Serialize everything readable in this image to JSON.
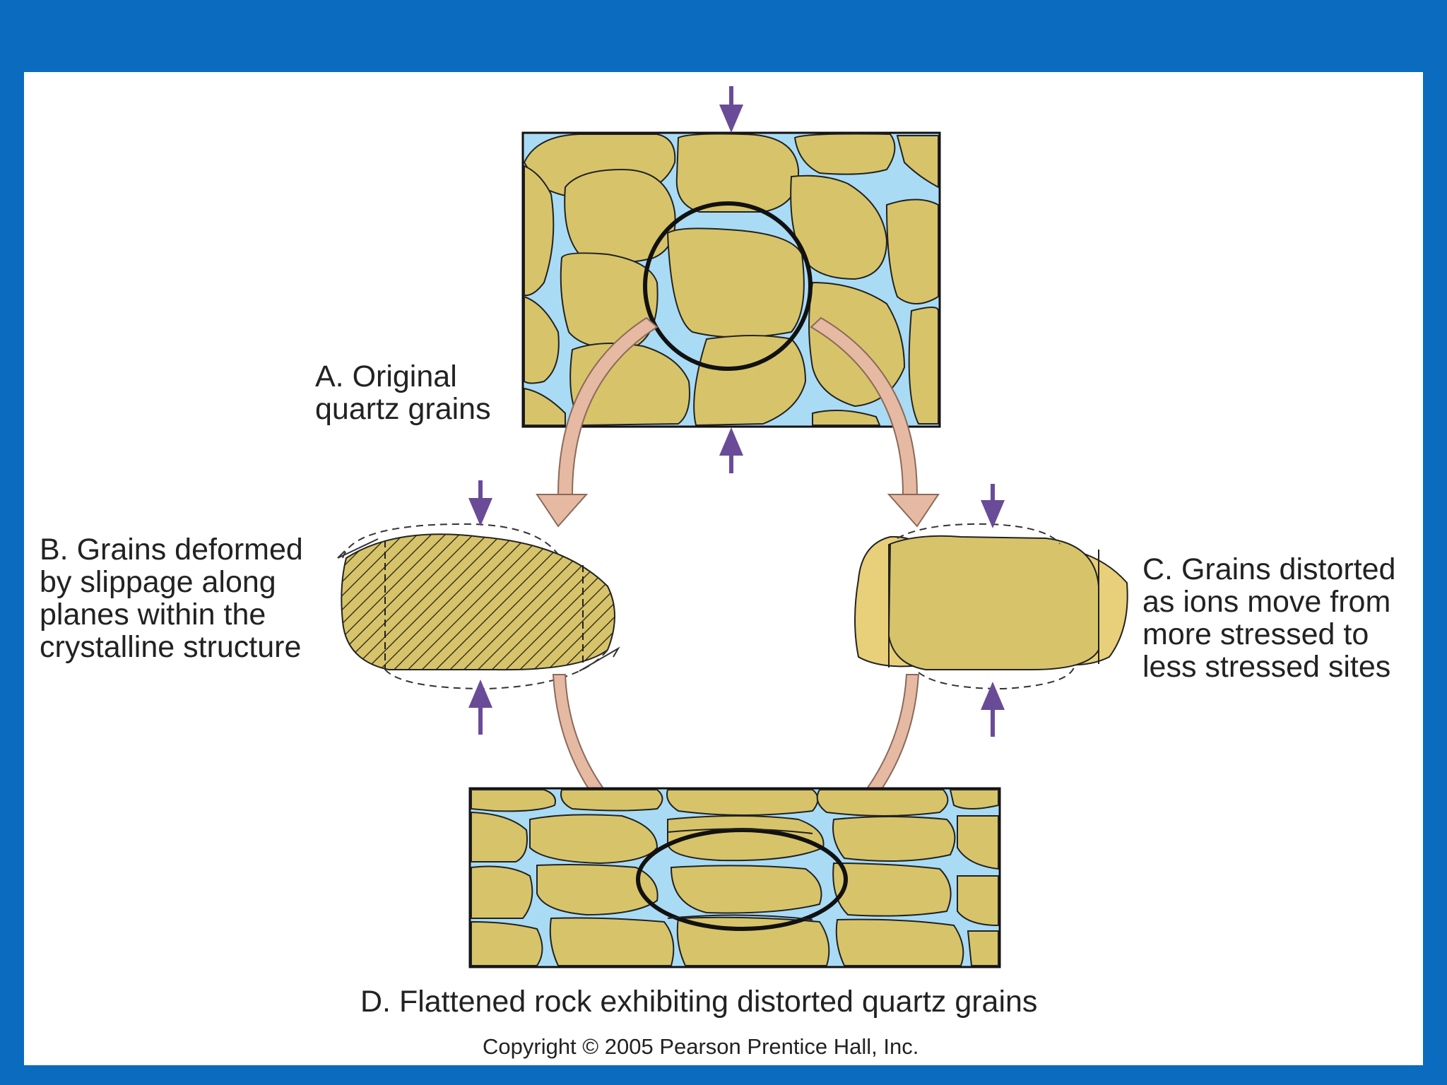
{
  "colors": {
    "frame": "#0b6bbf",
    "background": "#ffffff",
    "grain_fill": "#d7c46a",
    "pore_fill": "#a9dbf5",
    "arrow_fill": "#e6b9a3",
    "stress_arrow": "#6a4b97",
    "outline": "#111111"
  },
  "diagram": {
    "panels": [
      {
        "id": "A",
        "text": "A. Original\nquartz grains"
      },
      {
        "id": "B",
        "text": "B. Grains deformed\nby slippage along\nplanes within the\ncrystalline structure"
      },
      {
        "id": "C",
        "text": "C. Grains distorted\nas ions move from\nmore stressed to\nless stressed sites"
      },
      {
        "id": "D",
        "text": "D. Flattened rock exhibiting distorted quartz grains"
      }
    ],
    "copyright": "Copyright © 2005 Pearson Prentice Hall, Inc."
  }
}
